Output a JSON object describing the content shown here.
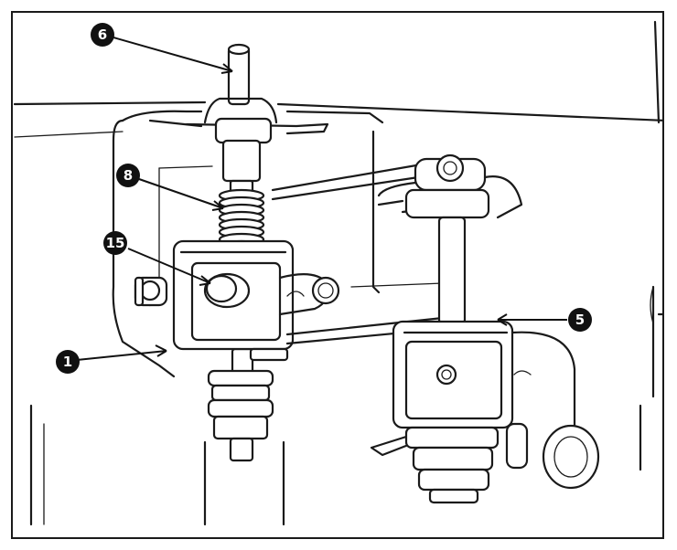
{
  "callouts": [
    {
      "id": "c6",
      "label": "6"
    },
    {
      "id": "c8",
      "label": "8"
    },
    {
      "id": "c15",
      "label": "15"
    },
    {
      "id": "c1",
      "label": "1"
    },
    {
      "id": "c5",
      "label": "5"
    }
  ]
}
